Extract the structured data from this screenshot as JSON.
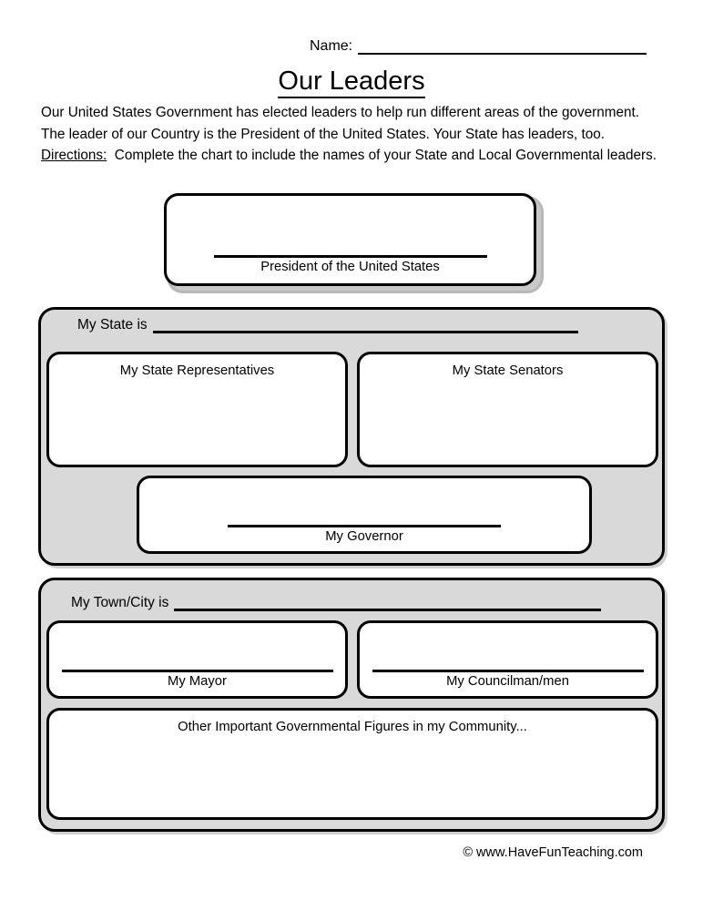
{
  "header": {
    "name_label": "Name:",
    "title": "Our Leaders"
  },
  "intro": {
    "paragraph": "Our United States Government has elected leaders to help run different areas of the government.  The leader of our Country is the President of the United States.  Your State has leaders, too.",
    "directions_label": "Directions:",
    "directions_text": "Complete the chart to include the names of your State and Local Governmental leaders."
  },
  "president": {
    "label": "President of the United States"
  },
  "state_panel": {
    "head_label": "My State is",
    "representatives_label": "My State Representatives",
    "senators_label": "My State Senators",
    "governor_label": "My Governor"
  },
  "town_panel": {
    "head_label": "My Town/City is",
    "mayor_label": "My Mayor",
    "councilman_label": "My Councilman/men",
    "other_label": "Other Important Governmental Figures in my Community..."
  },
  "footer": {
    "copyright": "© www.HaveFunTeaching.com"
  },
  "colors": {
    "ink": "#000000",
    "panel_gray": "#d9d9d9",
    "frame_gray": "#c9c9c9",
    "page": "#ffffff"
  }
}
